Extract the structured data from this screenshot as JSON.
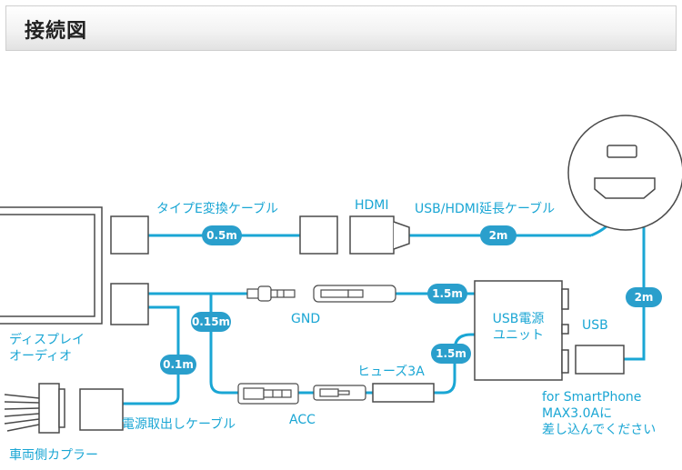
{
  "header": {
    "title": "接続図"
  },
  "labels": {
    "type_e_cable": "タイプE変換ケーブル",
    "hdmi": "HDMI",
    "usb_hdmi_ext": "USB/HDMI延長ケーブル",
    "gnd": "GND",
    "usb_power_unit_1": "USB電源",
    "usb_power_unit_2": "ユニット",
    "usb": "USB",
    "display_1": "ディスプレイ",
    "display_2": "オーディオ",
    "fuse": "ヒューズ3A",
    "acc": "ACC",
    "power_cable": "電源取出しケーブル",
    "smartphone_1": "for SmartPhone",
    "smartphone_2": "MAX3.0Aに",
    "smartphone_3": "差し込んでください",
    "coupler": "車両側カプラー"
  },
  "badges": {
    "type_e_len": "0.5m",
    "ext_len": "2m",
    "gnd_len": "1.5m",
    "branch_len": "0.15m",
    "acc_len": "1.5m",
    "feed_len": "0.1m",
    "usb_len": "2m"
  },
  "colors": {
    "line": "#1aa6d4",
    "badge": "#2a9fcc",
    "box": "#4a4a4a"
  }
}
